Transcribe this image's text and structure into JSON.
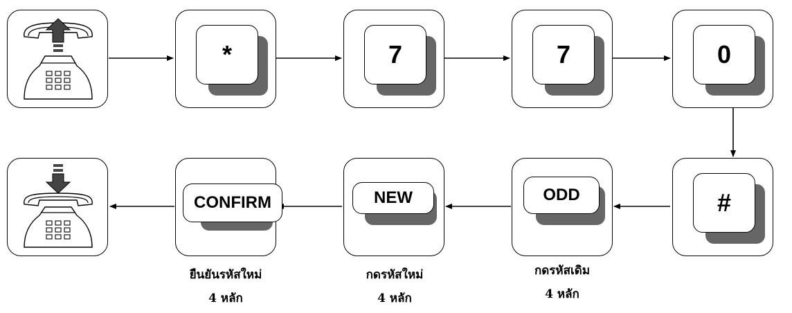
{
  "steps": {
    "star": "*",
    "seven_a": "7",
    "seven_b": "7",
    "zero": "0",
    "hash": "#",
    "odd": "ODD",
    "new": "NEW",
    "confirm": "CONFIRM"
  },
  "captions": {
    "confirm": [
      "ยืนยันรหัสใหม่",
      "4 หลัก"
    ],
    "new": [
      "กดรหัสใหม่",
      "4 หลัก"
    ],
    "odd": [
      "กดรหัสเดิม",
      "4 หลัก"
    ]
  },
  "icons": {
    "start": "phone-off-hook-icon",
    "end": "phone-on-hook-icon"
  },
  "colors": {
    "stroke": "#000000",
    "shadow": "#666666",
    "background": "#ffffff"
  }
}
